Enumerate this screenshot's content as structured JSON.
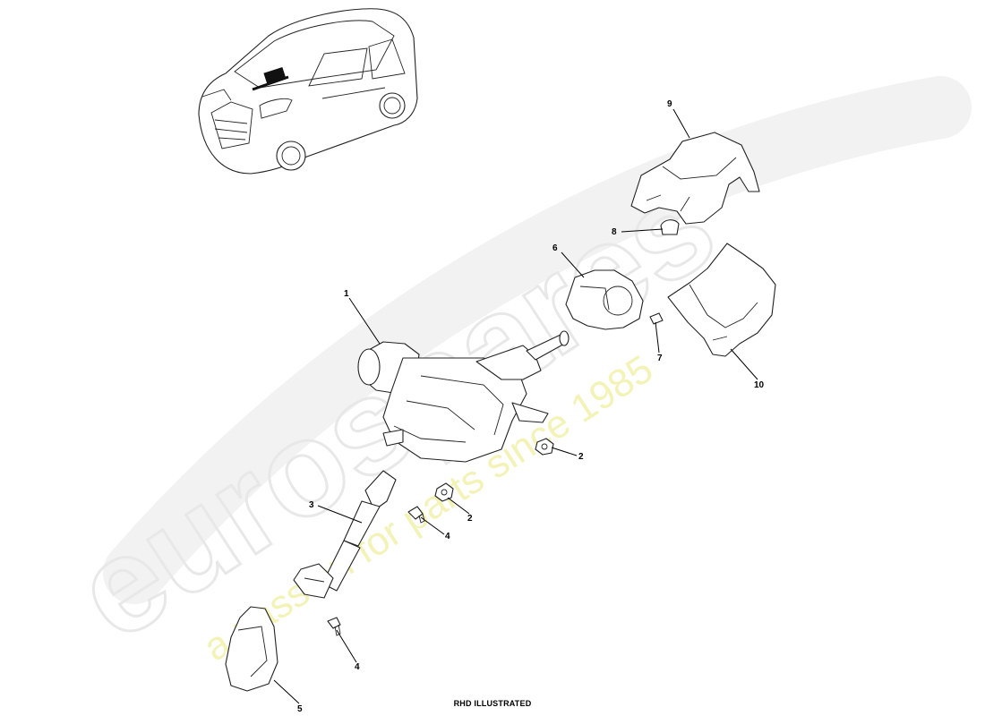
{
  "watermark": {
    "brand": "eurospares",
    "tagline": "a passion for parts since 1985"
  },
  "callouts": [
    {
      "id": "1",
      "label": "1"
    },
    {
      "id": "2a",
      "label": "2"
    },
    {
      "id": "2b",
      "label": "2"
    },
    {
      "id": "3",
      "label": "3"
    },
    {
      "id": "4a",
      "label": "4"
    },
    {
      "id": "4b",
      "label": "4"
    },
    {
      "id": "5",
      "label": "5"
    },
    {
      "id": "6",
      "label": "6"
    },
    {
      "id": "7",
      "label": "7"
    },
    {
      "id": "8",
      "label": "8"
    },
    {
      "id": "9",
      "label": "9"
    },
    {
      "id": "10",
      "label": "10"
    }
  ],
  "caption": "RHD ILLUSTRATED",
  "colors": {
    "line": "#222222",
    "watermark_gray": "#e8e8e8",
    "watermark_yellow": "#f3f3b8"
  }
}
